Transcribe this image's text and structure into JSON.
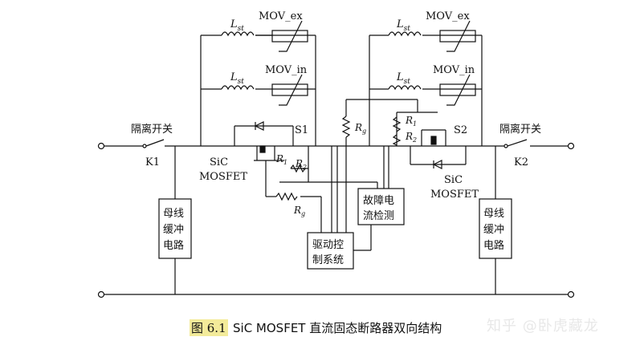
{
  "caption": {
    "figure_number": "图 6.1",
    "title": "SiC MOSFET 直流固态断路器双向结构"
  },
  "watermark": "知乎 @卧虎藏龙",
  "labels": {
    "lst": "L",
    "lst_sub": "st",
    "lst_prime_sub": "st",
    "mov_ex": "MOV_ex",
    "mov_in": "MOV_in",
    "isolation_switch": "隔离开关",
    "k1": "K1",
    "k2": "K2",
    "s1": "S1",
    "s2": "S2",
    "sic": "SiC",
    "mosfet": "MOSFET",
    "r": "R",
    "r1_sub": "1",
    "r2_sub": "2",
    "rg_sub": "g",
    "bus_buffer": [
      "母线",
      "缓冲",
      "电路"
    ],
    "fault_detect": [
      "故障电",
      "流检测"
    ],
    "drive_control": [
      "驱动控",
      "制系统"
    ]
  }
}
